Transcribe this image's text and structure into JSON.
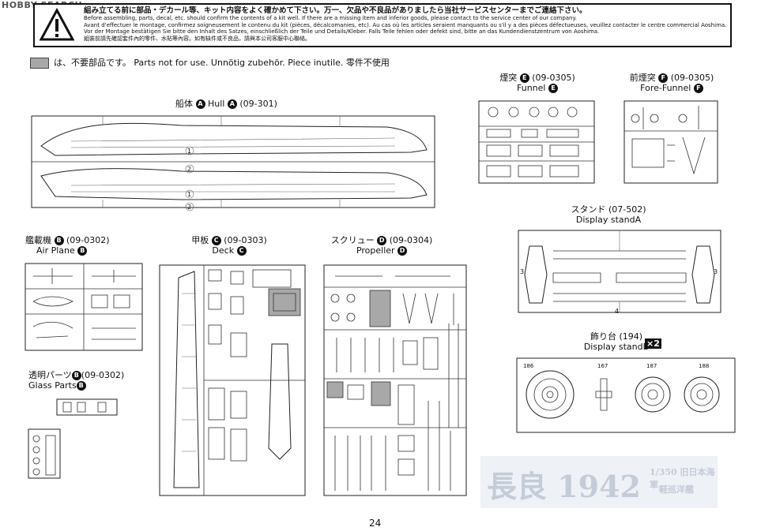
{
  "logo": "HOBBY SEARCH",
  "notice": {
    "jp": "組み立てる前に部品・デカール等、キット内容をよく確かめて下さい。万一、欠品や不良品がありましたら当社サービスセンターまでご連絡下さい。",
    "en": "Before assembling, parts, decal, etc. should confirm the contents of a kit well. If there are a missing item and inferior goods, please contact to the service center of our company.",
    "fr": "Avant d'effectuer le montage, confirmez soigneusement le contenu du kit (pièces, décalcomanies, etc). Au cas où les articles seraient manquants ou s'il y a des pièces défectueuses, veuillez contacter le centre commercial Aoshima.",
    "de": "Vor der Montage bestätigen Sie bitte den Inhalt des Satzes, einschließlich der Teile und Details/Kleber. Falls Teile fehlen oder defekt sind, bitte an das Kundendienstzentrum von Aoshima.",
    "cn": "組裝前請先確認套件內的零件、水貼等內容。如有缺件或不良品，請與本公司客服中心聯絡。"
  },
  "unused_note": "は、不要部品です。 Parts not for use.  Unnötig zubehör.  Piece inutile.  零件不使用",
  "sprues": {
    "hull": {
      "jp": "船体",
      "letter": "A",
      "en": "Hull",
      "code": "(09-301)"
    },
    "funnel": {
      "jp": "煙突",
      "letter": "E",
      "en": "Funnel",
      "code": "(09-0305)"
    },
    "fore_funnel": {
      "jp": "前煙突",
      "letter": "F",
      "en": "Fore-Funnel",
      "code": "(09-0305)"
    },
    "aircraft": {
      "jp": "艦載機",
      "letter": "B",
      "en": "Air  Plane",
      "code": "(09-0302)"
    },
    "deck": {
      "jp": "甲板",
      "letter": "C",
      "en": "Deck",
      "code": "(09-0303)"
    },
    "propeller": {
      "jp": "スクリュー",
      "letter": "D",
      "en": "Propeller",
      "code": "(09-0304)"
    },
    "glass": {
      "jp": "透明パーツ",
      "letter": "B",
      "en": "Glass Parts",
      "code": "(09-0302)"
    },
    "stand_a": {
      "jp": "スタンド",
      "en": "Display standA",
      "code": "(07-502)"
    },
    "stand_b": {
      "jp": "飾り台",
      "en": "Display standB",
      "code": "(194)",
      "qty": "×2"
    }
  },
  "hull_parts": [
    "1",
    "2",
    "1",
    "2"
  ],
  "stand_a_parts": [
    "3",
    "3",
    "4"
  ],
  "stand_b_parts": [
    "186",
    "167",
    "187",
    "188"
  ],
  "watermark": {
    "title": "長良 1942",
    "sub1": "1/350 旧日本海軍",
    "sub2": "軽巡洋艦"
  },
  "page_number": "24"
}
